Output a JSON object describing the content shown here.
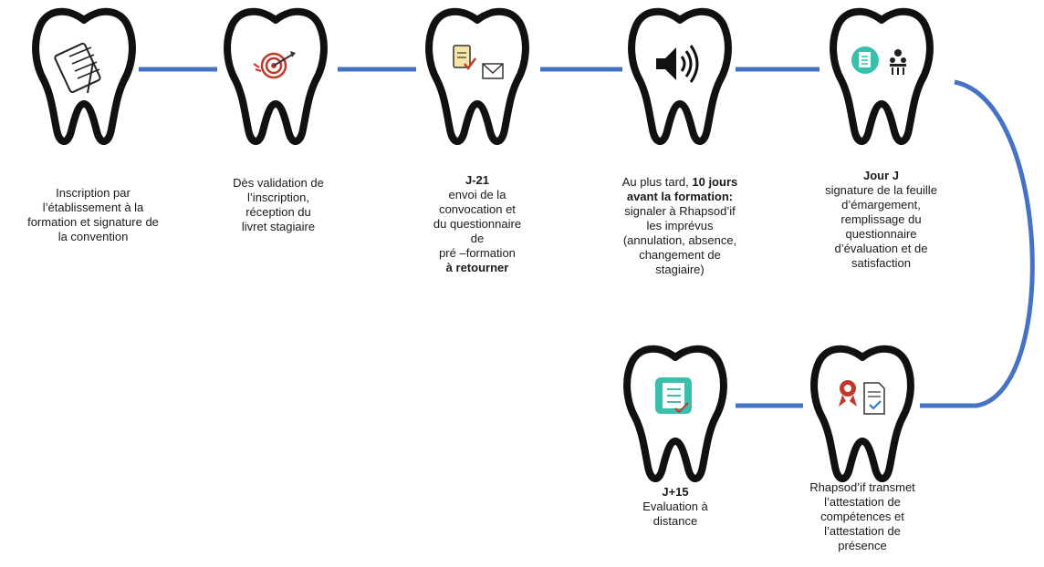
{
  "colors": {
    "connector": "#4472c4",
    "tooth_outline": "#111111",
    "teal": "#3bbfad",
    "red": "#c0392b"
  },
  "steps": [
    {
      "icon": "notepad-pen-icon",
      "caption": [
        "Inscription par",
        "l’établissement à la",
        "formation et signature de",
        "la convention"
      ]
    },
    {
      "icon": "target-arrow-icon",
      "caption": [
        "Dès validation de",
        "l’inscription,",
        "réception du",
        "livret stagiaire"
      ]
    },
    {
      "icon": "clipboard-envelope-icon",
      "heading": "J-21",
      "caption": [
        "envoi de la",
        "convocation et",
        "du questionnaire",
        "de",
        "pré –formation"
      ],
      "footer": "à retourner"
    },
    {
      "icon": "speaker-icon",
      "caption_prefix": "Au plus tard, ",
      "caption_bold": "10 jours",
      "caption_bold2": "avant la formation:",
      "caption": [
        "signaler à Rhapsod’if",
        "les imprévus",
        "(annulation, absence,",
        "changement de",
        "stagiaire)"
      ]
    },
    {
      "icon": "form-people-icon",
      "heading": "Jour J",
      "caption": [
        "signature de la feuille",
        "d’émargement,",
        "remplissage du",
        "questionnaire",
        "d’évaluation et de",
        "satisfaction"
      ]
    },
    {
      "icon": "award-document-icon",
      "caption": [
        "Rhapsod’if transmet",
        "l’attestation de",
        "compétences et",
        "l’attestation de",
        "présence"
      ]
    },
    {
      "icon": "checklist-icon",
      "heading": "J+15",
      "caption": [
        "Evaluation à",
        "distance"
      ]
    }
  ]
}
